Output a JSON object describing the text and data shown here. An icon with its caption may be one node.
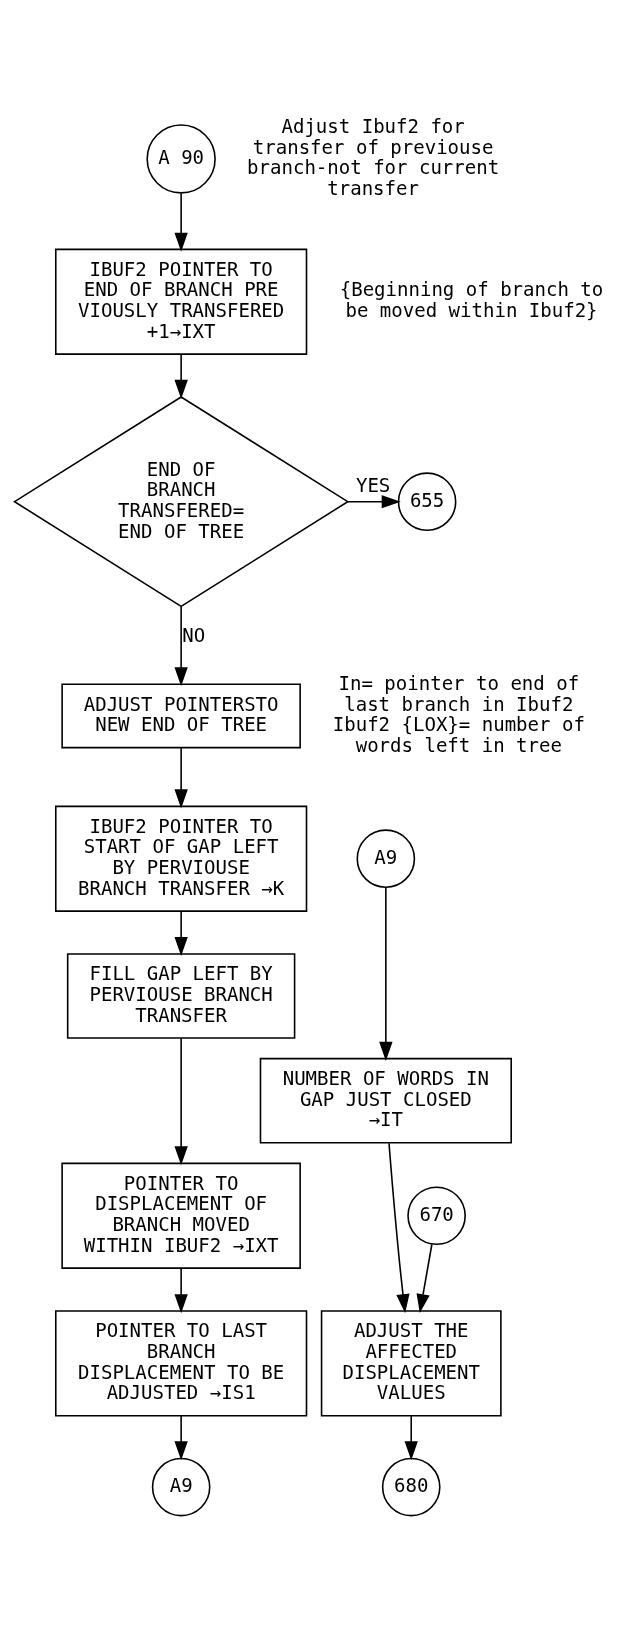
{
  "diagram": {
    "nodes": [
      {
        "text": [
          "A 90"
        ],
        "beside": [
          "Adjust Ibuf2 for transfer of previouse branch-not for current transfer"
        ]
      },
      {
        "text": [
          "IBUF2 POINTER TO END OF BRANCH PRE VIOUSLY TRANSFERED +1→IXT"
        ],
        "beside": [
          "{Beginning of branch to be moved within Ibuf2}"
        ]
      },
      {
        "text": [
          "END OF BRANCH TRANSFERED= END OF TREE"
        ]
      },
      {
        "text": [
          "655"
        ]
      },
      {
        "text": [
          "ADJUST POINTERSTO NEW END OF TREE"
        ],
        "beside": [
          "In= pointer to end of last branch in Ibuf2 Ibuf2 {LOX}= number of words left in tree"
        ]
      },
      {
        "text": [
          "IBUF2 POINTER TO START OF GAP LEFT BY PERVIOUSE BRANCH TRANSFER →K"
        ]
      },
      {
        "text": [
          "FILL GAP LEFT BY PERVIOUSE BRANCH TRANSFER"
        ]
      },
      {
        "text": [
          "POINTER TO DISPLACEMENT OF BRANCH MOVED WITHIN IBUF2 →IXT"
        ]
      },
      {
        "text": [
          "POINTER TO LAST BRANCH DISPLACEMENT TO BE ADJUSTED →IS1"
        ]
      },
      {
        "text": [
          "A9"
        ]
      },
      {
        "text": [
          "A9"
        ]
      },
      {
        "text": [
          "NUMBER OF WORDS IN GAP JUST CLOSED →IT"
        ]
      },
      {
        "text": [
          "670"
        ]
      },
      {
        "text": [
          "ADJUST THE AFFECTED DISPLACEMENT VALUES"
        ]
      },
      {
        "text": [
          "680"
        ]
      }
    ],
    "edges": [
      {
        "from": 0,
        "to": 1,
        "arrow": "to"
      },
      {
        "from": 1,
        "to": 2,
        "arrow": "to"
      },
      {
        "from": 2,
        "to": 3,
        "arrow": "to",
        "label": "YES"
      },
      {
        "from": 2,
        "to": 4,
        "arrow": "to",
        "label": "NO"
      },
      {
        "from": 4,
        "to": 5,
        "arrow": "to"
      },
      {
        "from": 5,
        "to": 6,
        "arrow": "to"
      },
      {
        "from": 6,
        "to": 7,
        "arrow": "to"
      },
      {
        "from": 7,
        "to": 8,
        "arrow": "to"
      },
      {
        "from": 8,
        "to": 9,
        "arrow": "to"
      },
      {
        "from": 10,
        "to": 11,
        "arrow": "to"
      },
      {
        "from": 11,
        "to": 13,
        "arrow": "to"
      },
      {
        "from": 12,
        "to": 13,
        "arrow": "to"
      },
      {
        "from": 13,
        "to": 14,
        "arrow": "to"
      }
    ]
  }
}
